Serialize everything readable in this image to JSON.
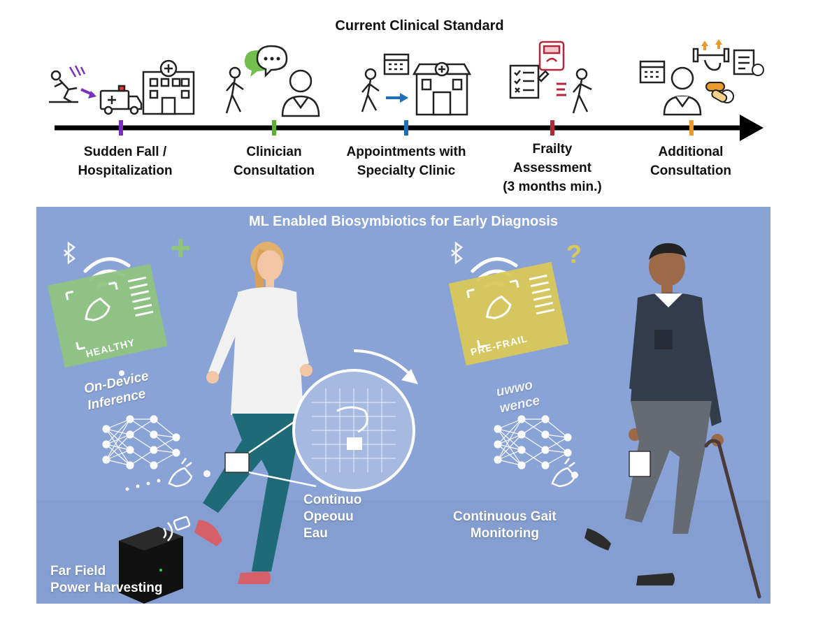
{
  "timeline": {
    "title": "Current Clinical Standard",
    "stages": [
      {
        "label": "Sudden Fall /\nHospitalization",
        "color": "#7b2fbe"
      },
      {
        "label": "Clinician\nConsultation",
        "color": "#5cb130"
      },
      {
        "label": "Appointments with\nSpecialty Clinic",
        "color": "#1f6fb2"
      },
      {
        "label": "Frailty\nAssessment\n(3 months min.)",
        "color": "#b5263a"
      },
      {
        "label": "Additional\nConsultation",
        "color": "#e99a2c"
      }
    ]
  },
  "panel": {
    "title": "ML Enabled Biosymbiotics for Early Diagnosis",
    "healthy_card": "HEALTHY",
    "prefrail_card": "PRE-FRAIL",
    "left_inference": "On-Device\nInference",
    "right_inference": "uwwo\nwence",
    "continuous_operation": "Continuo\nOpeouu\nEau",
    "gait_monitoring": "Continuous Gait\nMonitoring",
    "power_harvesting": "Far Field\nPower Harvesting",
    "colors": {
      "panel_bg": "#8aa3d6",
      "healthy": "#8fc47f",
      "prefrail": "#d9c85a"
    }
  }
}
